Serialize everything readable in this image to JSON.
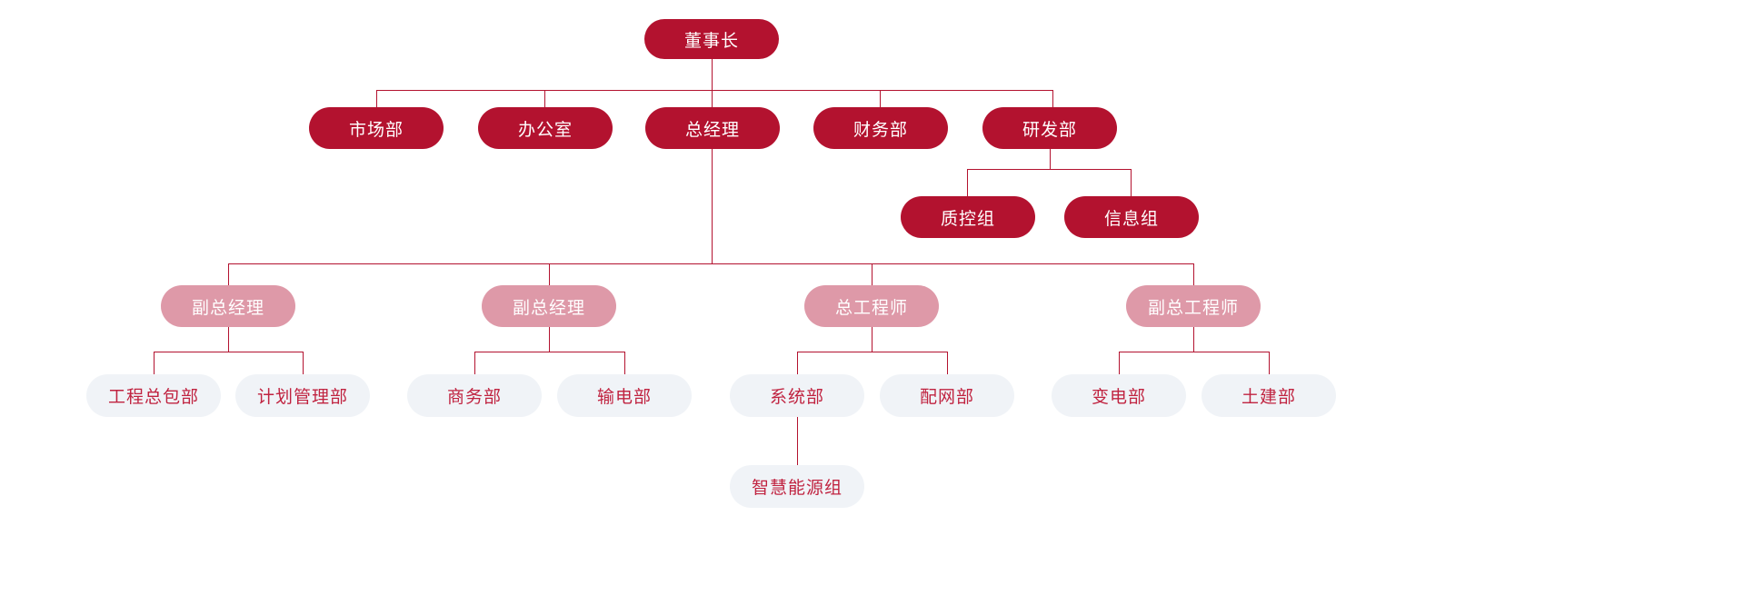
{
  "chart_data": {
    "type": "diagram",
    "diagram_type": "organization-chart",
    "title": "",
    "orientation": "top-down",
    "colors": {
      "level0_fill": "#b3122f",
      "level0_text": "#ffffff",
      "level1_fill": "#b3122f",
      "level1_text": "#ffffff",
      "level2_fill": "#de99a8",
      "level2_text": "#ffffff",
      "level3_fill": "#f0f3f7",
      "level3_text": "#c02340",
      "connector": "#b3122f",
      "background": "#ffffff"
    },
    "nodes": [
      {
        "id": "n0",
        "label": "董事长",
        "level": 0,
        "style": "dark"
      },
      {
        "id": "n1",
        "label": "市场部",
        "level": 1,
        "style": "dark",
        "parent": "n0"
      },
      {
        "id": "n2",
        "label": "办公室",
        "level": 1,
        "style": "dark",
        "parent": "n0"
      },
      {
        "id": "n3",
        "label": "总经理",
        "level": 1,
        "style": "dark",
        "parent": "n0"
      },
      {
        "id": "n4",
        "label": "财务部",
        "level": 1,
        "style": "dark",
        "parent": "n0"
      },
      {
        "id": "n5",
        "label": "研发部",
        "level": 1,
        "style": "dark",
        "parent": "n0"
      },
      {
        "id": "n6",
        "label": "质控组",
        "level": 2,
        "style": "dark",
        "parent": "n5"
      },
      {
        "id": "n7",
        "label": "信息组",
        "level": 2,
        "style": "dark",
        "parent": "n5"
      },
      {
        "id": "n8",
        "label": "副总经理",
        "level": 2,
        "style": "pink",
        "parent": "n3"
      },
      {
        "id": "n9",
        "label": "副总经理",
        "level": 2,
        "style": "pink",
        "parent": "n3"
      },
      {
        "id": "n10",
        "label": "总工程师",
        "level": 2,
        "style": "pink",
        "parent": "n3"
      },
      {
        "id": "n11",
        "label": "副总工程师",
        "level": 2,
        "style": "pink",
        "parent": "n3"
      },
      {
        "id": "n12",
        "label": "工程总包部",
        "level": 3,
        "style": "light",
        "parent": "n8"
      },
      {
        "id": "n13",
        "label": "计划管理部",
        "level": 3,
        "style": "light",
        "parent": "n8"
      },
      {
        "id": "n14",
        "label": "商务部",
        "level": 3,
        "style": "light",
        "parent": "n9"
      },
      {
        "id": "n15",
        "label": "输电部",
        "level": 3,
        "style": "light",
        "parent": "n9"
      },
      {
        "id": "n16",
        "label": "系统部",
        "level": 3,
        "style": "light",
        "parent": "n10"
      },
      {
        "id": "n17",
        "label": "配网部",
        "level": 3,
        "style": "light",
        "parent": "n10"
      },
      {
        "id": "n18",
        "label": "变电部",
        "level": 3,
        "style": "light",
        "parent": "n11"
      },
      {
        "id": "n19",
        "label": "土建部",
        "level": 3,
        "style": "light",
        "parent": "n11"
      },
      {
        "id": "n20",
        "label": "智慧能源组",
        "level": 4,
        "style": "light",
        "parent": "n16"
      }
    ],
    "edges": [
      {
        "from": "n0",
        "to": "n1"
      },
      {
        "from": "n0",
        "to": "n2"
      },
      {
        "from": "n0",
        "to": "n3"
      },
      {
        "from": "n0",
        "to": "n4"
      },
      {
        "from": "n0",
        "to": "n5"
      },
      {
        "from": "n5",
        "to": "n6"
      },
      {
        "from": "n5",
        "to": "n7"
      },
      {
        "from": "n3",
        "to": "n8"
      },
      {
        "from": "n3",
        "to": "n9"
      },
      {
        "from": "n3",
        "to": "n10"
      },
      {
        "from": "n3",
        "to": "n11"
      },
      {
        "from": "n8",
        "to": "n12"
      },
      {
        "from": "n8",
        "to": "n13"
      },
      {
        "from": "n9",
        "to": "n14"
      },
      {
        "from": "n9",
        "to": "n15"
      },
      {
        "from": "n10",
        "to": "n16"
      },
      {
        "from": "n10",
        "to": "n17"
      },
      {
        "from": "n11",
        "to": "n18"
      },
      {
        "from": "n11",
        "to": "n19"
      },
      {
        "from": "n16",
        "to": "n20"
      }
    ]
  },
  "org": {
    "root": {
      "label": "董事长"
    },
    "level1": [
      {
        "label": "市场部"
      },
      {
        "label": "办公室"
      },
      {
        "label": "总经理"
      },
      {
        "label": "财务部"
      },
      {
        "label": "研发部"
      }
    ],
    "rnd_children": [
      {
        "label": "质控组"
      },
      {
        "label": "信息组"
      }
    ],
    "managers": [
      {
        "label": "副总经理"
      },
      {
        "label": "副总经理"
      },
      {
        "label": "总工程师"
      },
      {
        "label": "副总工程师"
      }
    ],
    "departments": [
      {
        "label": "工程总包部"
      },
      {
        "label": "计划管理部"
      },
      {
        "label": "商务部"
      },
      {
        "label": "输电部"
      },
      {
        "label": "系统部"
      },
      {
        "label": "配网部"
      },
      {
        "label": "变电部"
      },
      {
        "label": "土建部"
      }
    ],
    "subgroups": [
      {
        "label": "智慧能源组"
      }
    ]
  }
}
